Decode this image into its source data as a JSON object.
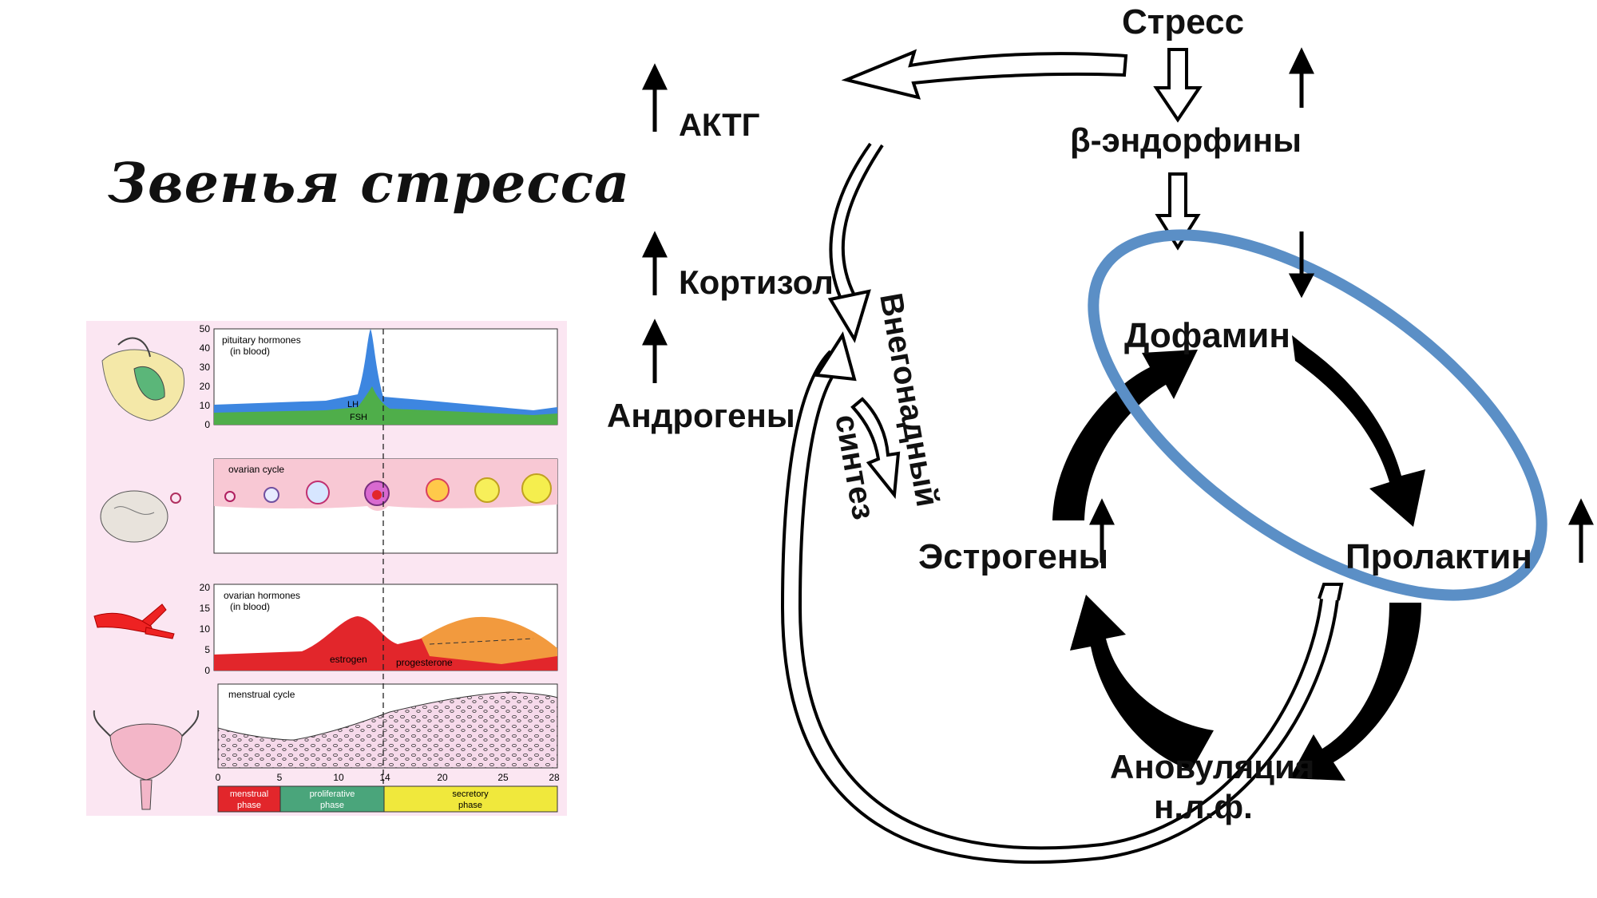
{
  "slide": {
    "title": "Звенья стресса"
  },
  "cycle_figure": {
    "panel1": {
      "title_line1": "pituitary hormones",
      "title_line2": "(in blood)",
      "yticks": [
        "0",
        "10",
        "20",
        "30",
        "40",
        "50"
      ],
      "lh_label": "LH",
      "fsh_label": "FSH"
    },
    "panel2": {
      "title": "ovarian cycle"
    },
    "panel3": {
      "title_line1": "ovarian hormones",
      "title_line2": "(in blood)",
      "yticks": [
        "0",
        "5",
        "10",
        "15",
        "20"
      ],
      "estrogen_label": "estrogen",
      "progesterone_label": "progesterone"
    },
    "panel4": {
      "title": "menstrual cycle"
    },
    "xticks": [
      "0",
      "5",
      "10",
      "14",
      "20",
      "25",
      "28"
    ],
    "phases": {
      "menstrual_line1": "menstrual",
      "menstrual_line2": "phase",
      "proliferative_line1": "proliferative",
      "proliferative_line2": "phase",
      "secretory_line1": "secretory",
      "secretory_line2": "phase"
    },
    "colors": {
      "lh": "#3d86e0",
      "fsh": "#4fae4a",
      "estrogen": "#e2262b",
      "progesterone": "#f29a3e",
      "menstrual": "#e2262b",
      "proliferative": "#4aa57b",
      "secretory": "#f0e83c",
      "background": "#fbe6f2"
    }
  },
  "stress_diagram": {
    "nodes": {
      "stress": "Стресс",
      "acth": "АКТГ",
      "beta_endorphins": "β-эндорфины",
      "cortisol": "Кортизол",
      "androgens": "Андрогены",
      "extragonadal_line1": "Внегонадный",
      "extragonadal_line2": "синтез",
      "dopamine": "Дофамин",
      "prolactin": "Пролактин",
      "estrogens": "Эстрогены",
      "anovulation_line1": "Ановуляция",
      "anovulation_line2": "н.л.ф."
    },
    "icons": [
      "up-arrow-icon",
      "down-arrow-icon",
      "hollow-arrow-icon"
    ],
    "colors": {
      "ellipse": "#5b8fc6",
      "arrows": "#000000"
    }
  }
}
